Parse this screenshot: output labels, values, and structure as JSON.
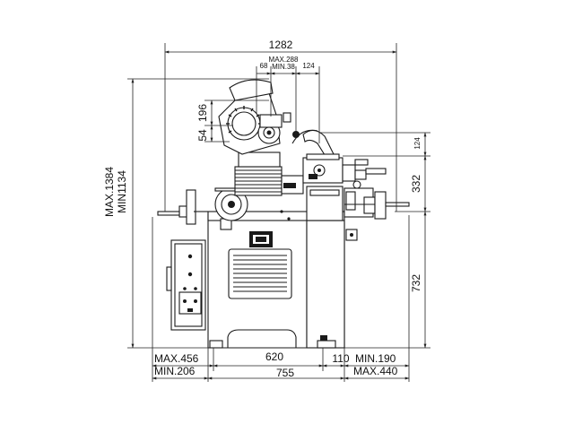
{
  "dimensions": {
    "overall_width": "1282",
    "top_68": "68",
    "top_max288": "MAX.288",
    "top_min38": "MIN.38",
    "top_124": "124",
    "left_196": "196",
    "left_54": "54",
    "height_max": "MAX.1384",
    "height_min": "MIN1134",
    "right_124": "124",
    "right_332": "332",
    "right_732": "732",
    "bottom_620": "620",
    "bottom_110": "110",
    "bottom_755": "755",
    "left_max456": "MAX.456",
    "left_min206": "MIN.206",
    "right_min190": "MIN.190",
    "right_max440": "MAX.440"
  }
}
